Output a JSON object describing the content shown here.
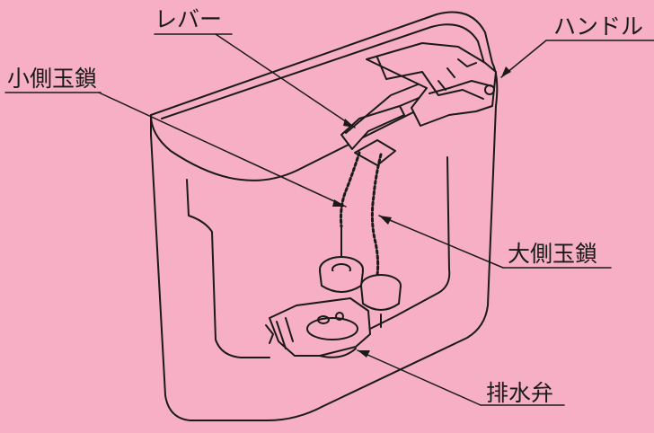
{
  "labels": {
    "lever": "レバー",
    "handle": "ハンドル",
    "small_chain": "小側玉鎖",
    "large_chain": "大側玉鎖",
    "drain_valve": "排水弁"
  },
  "colors": {
    "background": "#f6afc4",
    "line": "#1a1a1a"
  }
}
